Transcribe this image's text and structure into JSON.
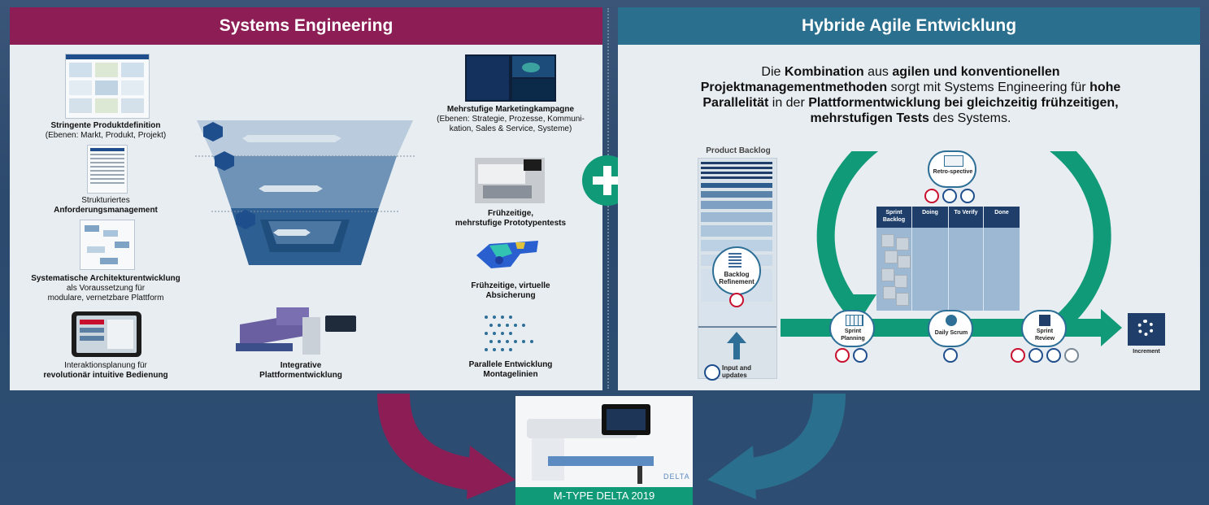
{
  "colors": {
    "se_header": "#8c1e55",
    "agile_header": "#2b6f8f",
    "scrum_green": "#119a78",
    "panel_bg": "#e8edf1"
  },
  "left_panel": {
    "title": "Systems Engineering",
    "items": {
      "produktdefinition": {
        "bold": "Stringente Produktdefinition",
        "text": "(Ebenen: Markt, Produkt, Projekt)"
      },
      "anforderung": {
        "text": "Strukturiertes",
        "bold": "Anforderungsmanagement"
      },
      "architektur": {
        "bold": "Systematische Architekturentwicklung",
        "text1": "als Voraussetzung für",
        "text2": "modulare, vernetzbare Plattform"
      },
      "interaktion": {
        "text": "Interaktionsplanung für",
        "bold": "revolutionär intuitive Bedienung"
      },
      "integrativ": {
        "bold1": "Integrative",
        "bold2": "Plattformentwicklung"
      },
      "marketing": {
        "bold": "Mehrstufige Marketingkampagne",
        "text1": "(Ebenen: Strategie, Prozesse, Kommuni-",
        "text2": "kation, Sales & Service, Systeme)"
      },
      "prototyp": {
        "bold1": "Frühzeitige,",
        "bold2": "mehrstufige Prototypentests"
      },
      "virtuell": {
        "bold1": "Frühzeitige, virtuelle",
        "bold2": "Absicherung"
      },
      "parallel": {
        "bold1": "Parallele Entwicklung",
        "bold2": "Montagelinien"
      }
    }
  },
  "right_panel": {
    "title": "Hybride Agile Entwicklung",
    "intro": {
      "p1": "Die ",
      "b1": "Kombination",
      "p2": " aus ",
      "b2": "agilen und konventionellen",
      "b3": "Projektmanagementmethoden",
      "p3": " sorgt mit Systems Engineering für ",
      "b4": "hohe",
      "b5": "Parallelität",
      "p4": " in der ",
      "b6": "Plattformentwicklung bei gleichzeitig frühzeitigen,",
      "b7": "mehrstufigen Tests",
      "p5": " des Systems."
    },
    "backlog_title": "Product Backlog",
    "refinement": "Backlog Refinement",
    "input": "Input and updates",
    "retro": "Retro-spective",
    "board_cols": [
      "Sprint Backlog",
      "Doing",
      "To Verify",
      "Done"
    ],
    "sprint_planning": "Sprint Planning",
    "daily_scrum": "Daily Scrum",
    "sprint_review": "Sprint Review",
    "increment": "Increment"
  },
  "product": {
    "caption": "M-TYPE DELTA 2019",
    "brand": "DELTA"
  }
}
